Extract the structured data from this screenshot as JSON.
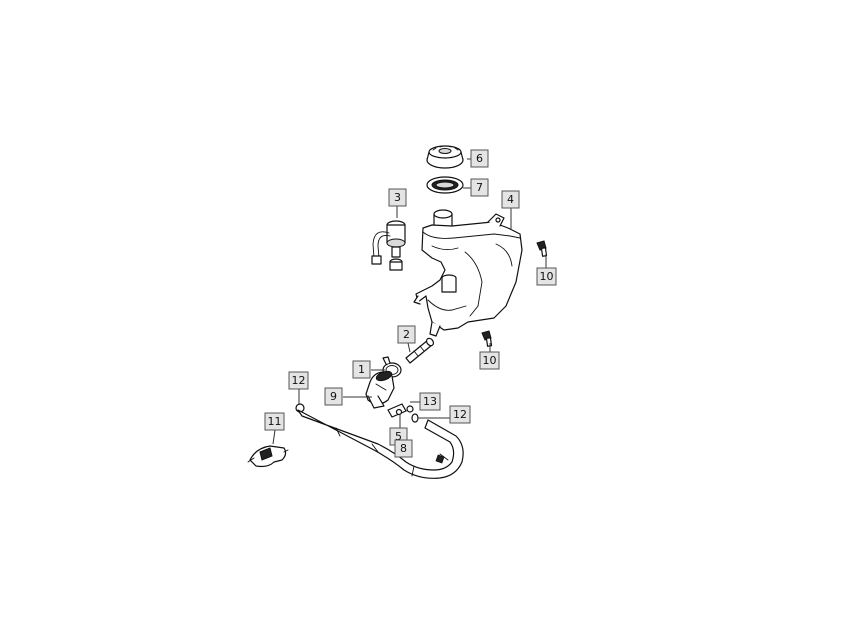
{
  "callouts": [
    {
      "id": "c1",
      "label": "1"
    },
    {
      "id": "c2",
      "label": "2"
    },
    {
      "id": "c3",
      "label": "3"
    },
    {
      "id": "c4",
      "label": "4"
    },
    {
      "id": "c5",
      "label": "5"
    },
    {
      "id": "c6",
      "label": "6"
    },
    {
      "id": "c7",
      "label": "7"
    },
    {
      "id": "c8",
      "label": "8"
    },
    {
      "id": "c9",
      "label": "9"
    },
    {
      "id": "c10a",
      "label": "10"
    },
    {
      "id": "c10b",
      "label": "10"
    },
    {
      "id": "c11",
      "label": "11"
    },
    {
      "id": "c12a",
      "label": "12"
    },
    {
      "id": "c12b",
      "label": "12"
    },
    {
      "id": "c13",
      "label": "13"
    }
  ],
  "colors": {
    "background": "#ffffff",
    "callout_fill": "#e4e4e4",
    "line": "#111111"
  }
}
